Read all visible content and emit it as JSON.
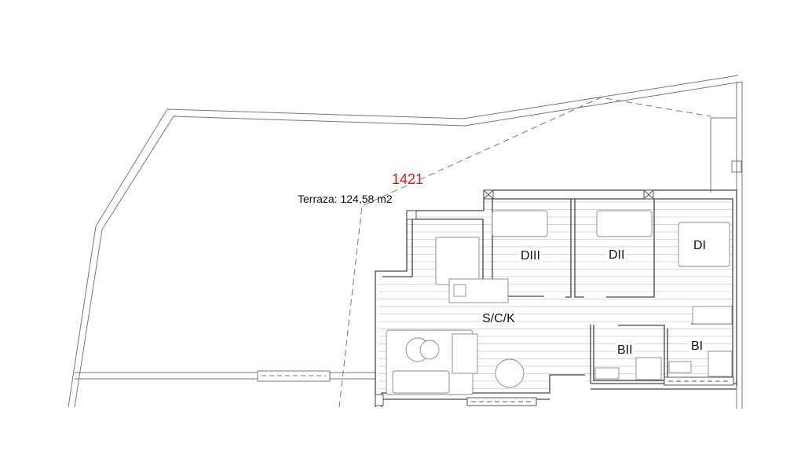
{
  "plan": {
    "unit_number": "1421",
    "terrace_label": "Terraza: 124,58 m2",
    "rooms": [
      "DIII",
      "DII",
      "DI",
      "S/C/K",
      "BII",
      "BI"
    ]
  },
  "colors": {
    "unit_number": "#e8140f",
    "lines": "#555555",
    "hatch": "#c8c8c8"
  }
}
